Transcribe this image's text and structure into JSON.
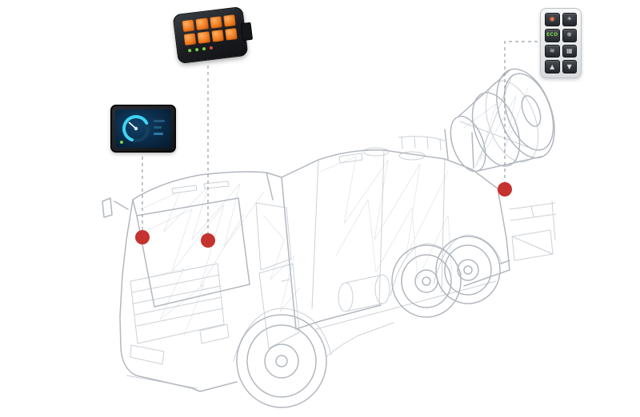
{
  "scene": {
    "description_label": "vehicle-wireframe-with-component-callouts"
  },
  "colors": {
    "marker": "#c5322f",
    "accent-orange": "#f07c1e",
    "accent-green": "#7ad34a",
    "gauge-cyan": "#3fd4f5",
    "line-gray": "#9aa0a6",
    "wire-main": "#b3b8bf",
    "wire-mid": "#ccd1d6",
    "wire-light": "#e3e6ea"
  },
  "devices": {
    "display": {
      "name": "dashboard-display-unit"
    },
    "controller": {
      "name": "control-module-unit"
    },
    "keypad": {
      "name": "control-keypad-unit",
      "buttons": [
        {
          "name": "power-key-icon",
          "glyph": "◉"
        },
        {
          "name": "light-key-icon",
          "glyph": "☀"
        },
        {
          "name": "eco-key",
          "glyph": "ECO"
        },
        {
          "name": "snow-key-icon",
          "glyph": "❄"
        },
        {
          "name": "spray-key-icon",
          "glyph": "≋"
        },
        {
          "name": "grid-key-icon",
          "glyph": "▦"
        },
        {
          "name": "up-key-icon",
          "glyph": "▲"
        },
        {
          "name": "down-key-icon",
          "glyph": "▼"
        }
      ]
    }
  }
}
